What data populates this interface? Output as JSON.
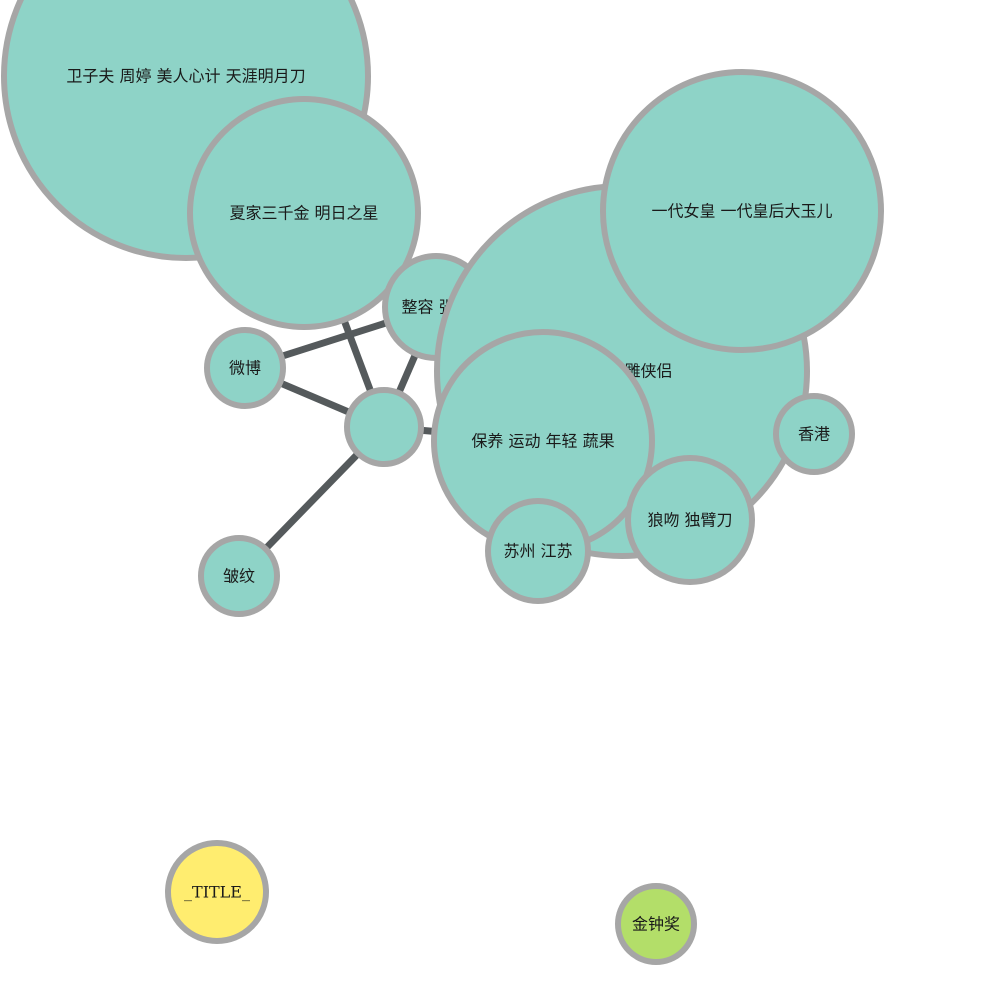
{
  "colors": {
    "node_fill_main": "#8ed3c7",
    "node_fill_title": "#ffed6f",
    "node_fill_award": "#b3de69",
    "node_stroke": "#a6a6a6",
    "edge_color": "#555a5c"
  },
  "graph": {
    "nodes": [
      {
        "id": "n_hub",
        "label": "",
        "group": "main"
      },
      {
        "id": "n_weizifu",
        "label": "卫子夫 周婷 美人心计 天涯明月刀",
        "group": "main"
      },
      {
        "id": "n_xiajia",
        "label": "夏家三千金 明日之星",
        "group": "main"
      },
      {
        "id": "n_zhengrong",
        "label": "整容 张檬",
        "group": "main"
      },
      {
        "id": "n_weibo",
        "label": "微博",
        "group": "main"
      },
      {
        "id": "n_taiwan",
        "label": "台湾 神雕侠侣",
        "group": "main"
      },
      {
        "id": "n_yidai",
        "label": "一代女皇 一代皇后大玉儿",
        "group": "main"
      },
      {
        "id": "n_baoyang",
        "label": "保养 运动 年轻 蔬果",
        "group": "main"
      },
      {
        "id": "n_xianggang",
        "label": "香港",
        "group": "main"
      },
      {
        "id": "n_langwen",
        "label": "狼吻 独臂刀",
        "group": "main"
      },
      {
        "id": "n_suzhou",
        "label": "苏州 江苏",
        "group": "main"
      },
      {
        "id": "n_zhouwen",
        "label": "皱纹",
        "group": "main"
      },
      {
        "id": "n_title",
        "label": "_TITLE_",
        "group": "title"
      },
      {
        "id": "n_jinzhong",
        "label": "金钟奖",
        "group": "award"
      }
    ],
    "edges": [
      {
        "source": "n_hub",
        "target": "n_weibo"
      },
      {
        "source": "n_hub",
        "target": "n_xiajia"
      },
      {
        "source": "n_hub",
        "target": "n_zhengrong"
      },
      {
        "source": "n_hub",
        "target": "n_zhouwen"
      },
      {
        "source": "n_hub",
        "target": "n_baoyang"
      },
      {
        "source": "n_weibo",
        "target": "n_zhengrong"
      }
    ]
  }
}
